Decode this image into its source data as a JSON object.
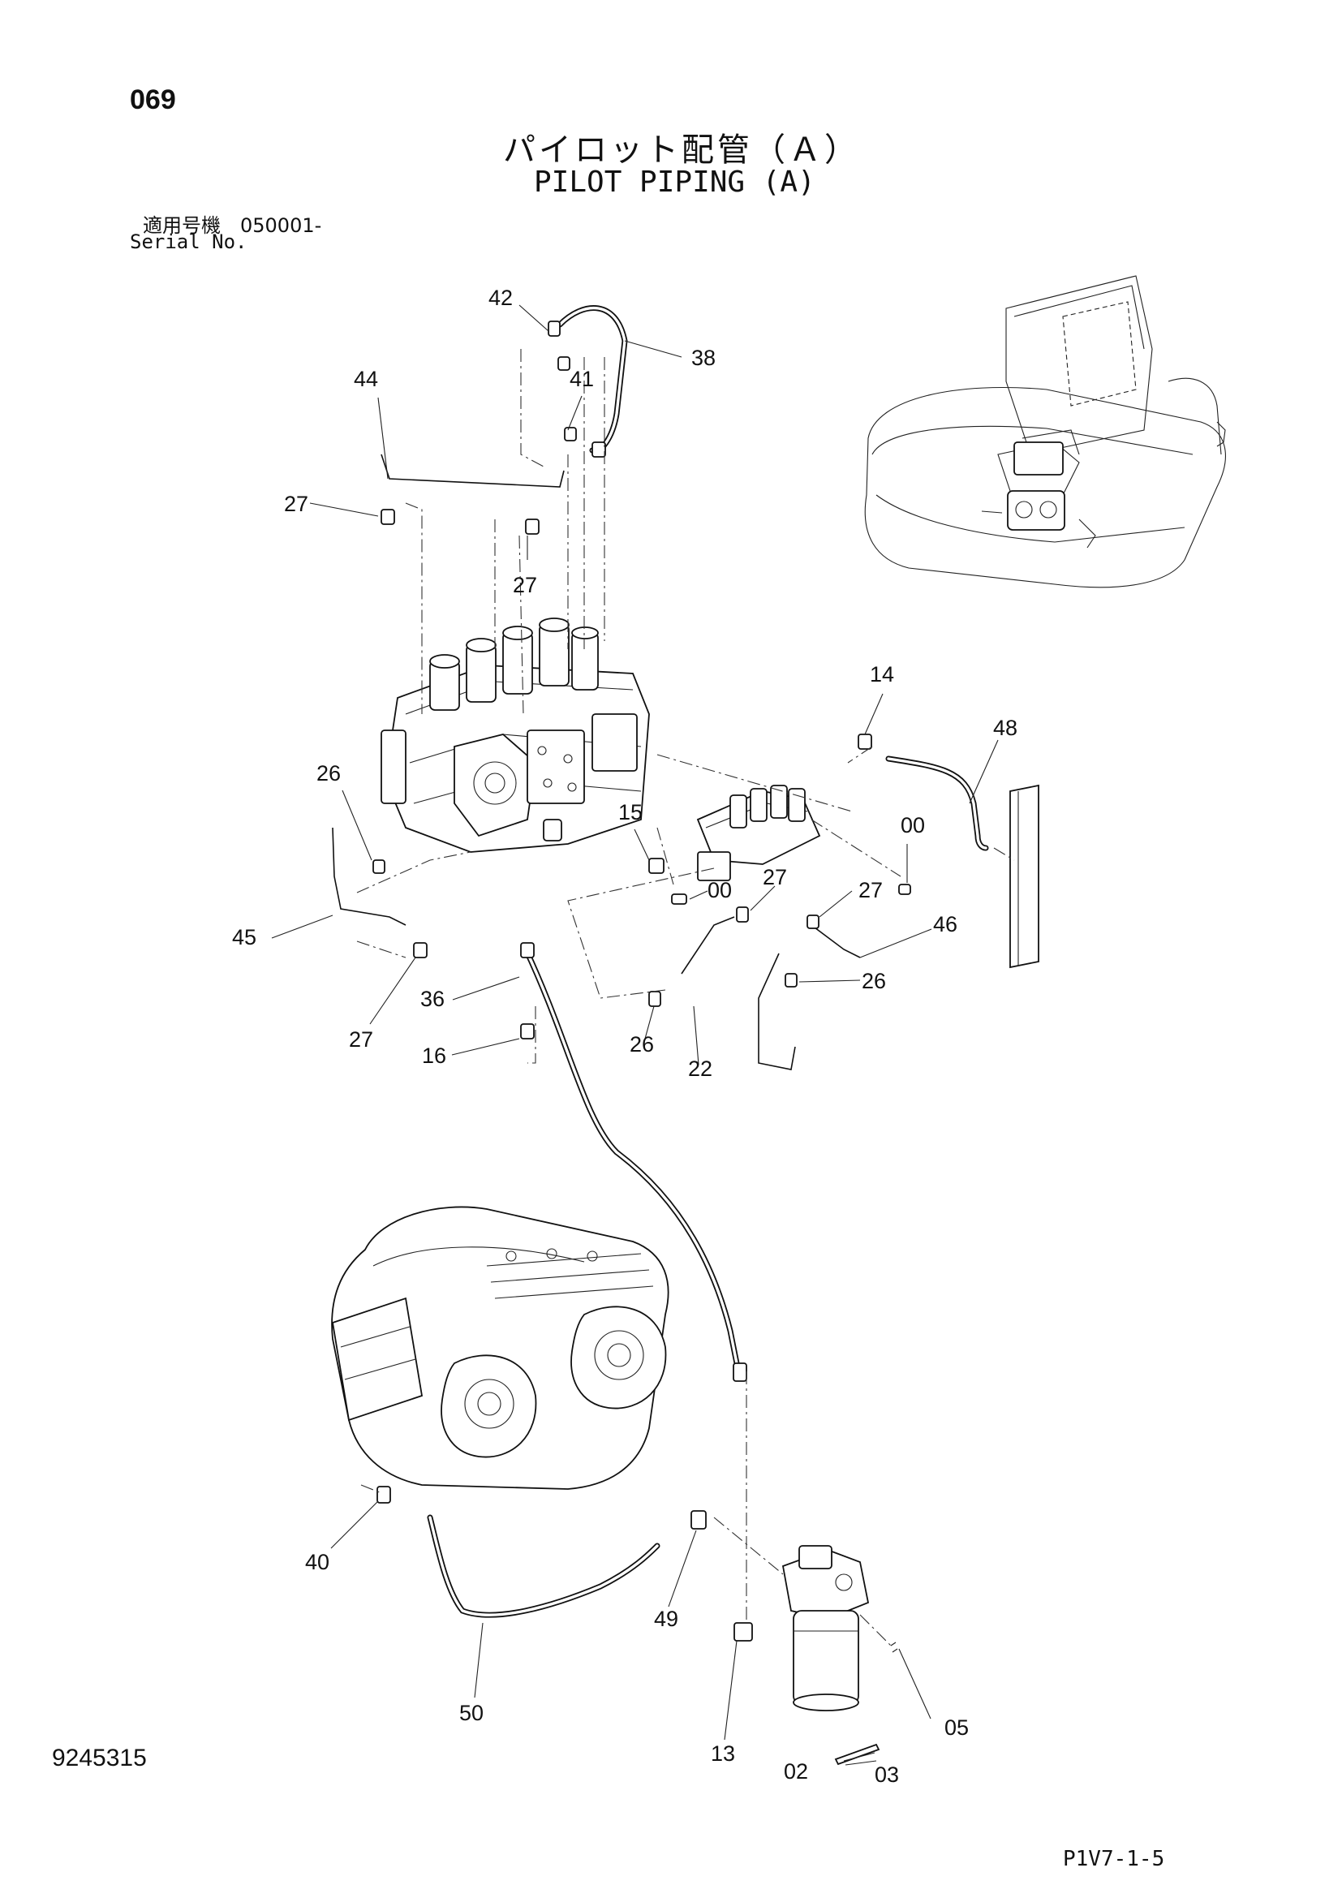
{
  "header": {
    "page_number": "069",
    "title_jp": "パイロット配管（Ａ）",
    "title_en": "PILOT PIPING (A)",
    "serial_label_jp": "適用号機　050001-",
    "serial_label_en": "Serial No."
  },
  "footer": {
    "document_number": "9245315",
    "page_code": "P1V7-1-5"
  },
  "callouts": [
    "42",
    "38",
    "44",
    "41",
    "27",
    "27",
    "14",
    "48",
    "26",
    "15",
    "00",
    "00",
    "27",
    "27",
    "45",
    "46",
    "36",
    "26",
    "27",
    "16",
    "26",
    "22",
    "40",
    "49",
    "50",
    "13",
    "02",
    "05",
    "03"
  ]
}
